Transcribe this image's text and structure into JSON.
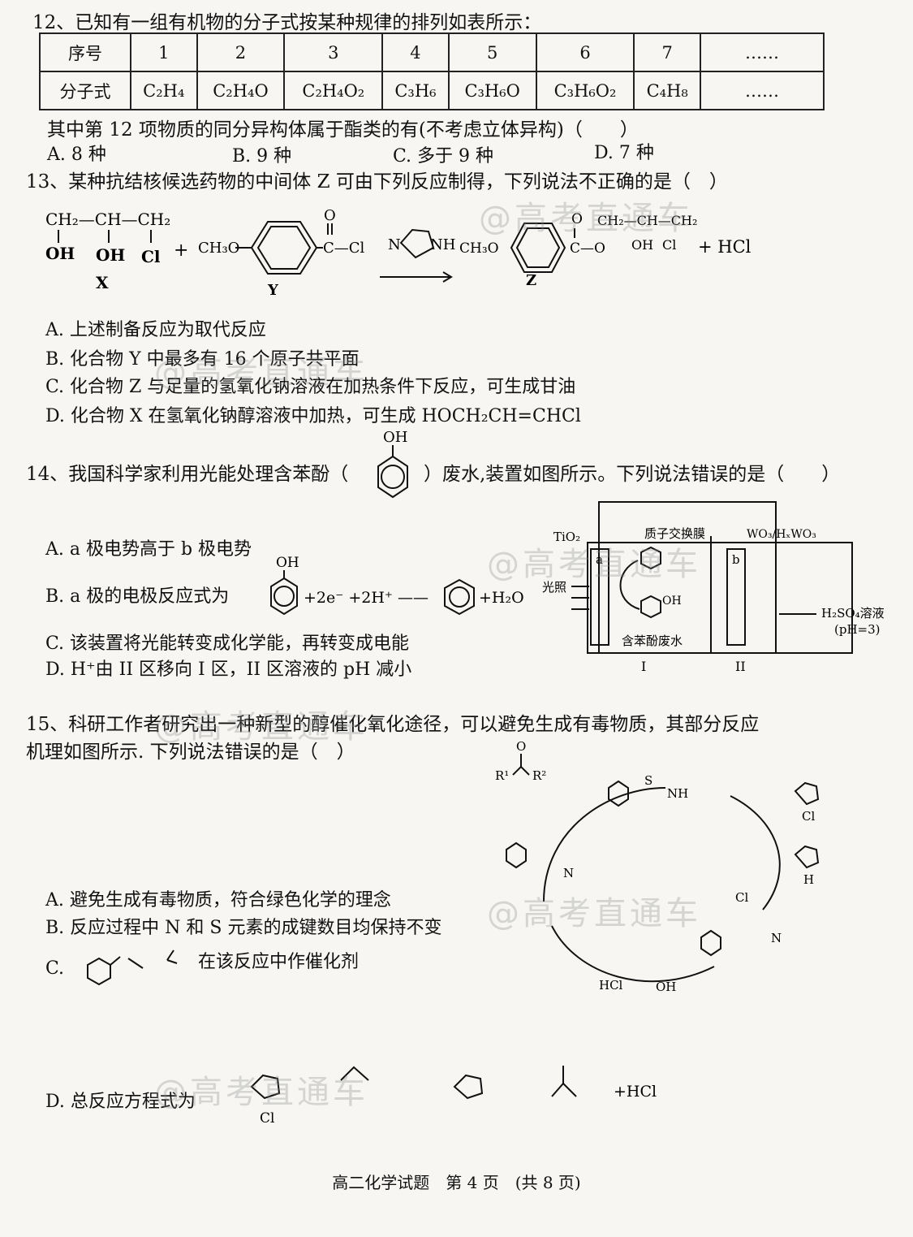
{
  "q12": {
    "stem": "12、已知有一组有机物的分子式按某种规律的排列如表所示：",
    "row_label_index": "序号",
    "row_label_formula": "分子式",
    "indexes": [
      "1",
      "2",
      "3",
      "4",
      "5",
      "6",
      "7",
      "……"
    ],
    "formulas": [
      "C₂H₄",
      "C₂H₄O",
      "C₂H₄O₂",
      "C₃H₆",
      "C₃H₆O",
      "C₃H₆O₂",
      "C₄H₈",
      "……"
    ],
    "question": "其中第 12 项物质的同分异构体属于酯类的有(不考虑立体异构)（　　）",
    "options": [
      "A. 8 种",
      "B. 9 种",
      "C. 多于 9 种",
      "D. 7 种"
    ]
  },
  "q13": {
    "stem": "13、某种抗结核候选药物的中间体 Z 可由下列反应制得，下列说法不正确的是（　）",
    "labels": {
      "x": "X",
      "y": "Y",
      "z": "Z",
      "hcl": "+ HCl",
      "plus": "+"
    },
    "options": [
      "A. 上述制备反应为取代反应",
      "B. 化合物 Y 中最多有 16 个原子共平面",
      "C. 化合物 Z 与足量的氢氧化钠溶液在加热条件下反应，可生成甘油",
      "D. 化合物 X 在氢氧化钠醇溶液中加热，可生成 HOCH₂CH=CHCl"
    ]
  },
  "q14": {
    "stem_a": "14、我国科学家利用光能处理含苯酚（",
    "stem_b": "）废水,装置如图所示。下列说法错误的是（　　）",
    "options": [
      "A. a 极电势高于 b 极电势",
      "B. a 极的电极反应式为",
      "C. 该装置将光能转变成化学能，再转变成电能",
      "D. H⁺由 II 区移向 I 区，II 区溶液的 pH 减小"
    ],
    "eq_rhs": "+2e⁻ +2H⁺ ——",
    "eq_water": "+H₂O",
    "diagram": {
      "tio2": "TiO₂",
      "membrane": "质子交换膜",
      "wo3": "WO₃/HₓWO₃",
      "a": "a",
      "b": "b",
      "light": "光照",
      "phenol_water": "含苯酚废水",
      "h2so4": "H₂SO₄溶液",
      "ph": "(pH=3)",
      "zone1": "I",
      "zone2": "II"
    }
  },
  "q15": {
    "stem_1": "15、科研工作者研究出一种新型的醇催化氧化途径，可以避免生成有毒物质，其部分反应",
    "stem_2": "机理如图所示. 下列说法错误的是（　）",
    "options": [
      "A. 避免生成有毒物质，符合绿色化学的理念",
      "B. 反应过程中 N 和 S 元素的成键数目均保持不变",
      "C.",
      "D. 总反应方程式为"
    ],
    "opt_c_tail": "在该反应中作催化剂",
    "cycle": {
      "hcl": "HCl",
      "oh": "OH",
      "cl": "Cl",
      "o": "O",
      "n": "N",
      "h": "H",
      "s": "S",
      "nh": "NH",
      "r1": "R¹",
      "r2": "R²"
    },
    "eq_tail": "+HCl"
  },
  "watermark": "@高考直通车",
  "footer": "高二化学试题　第 4 页　(共 8 页)"
}
